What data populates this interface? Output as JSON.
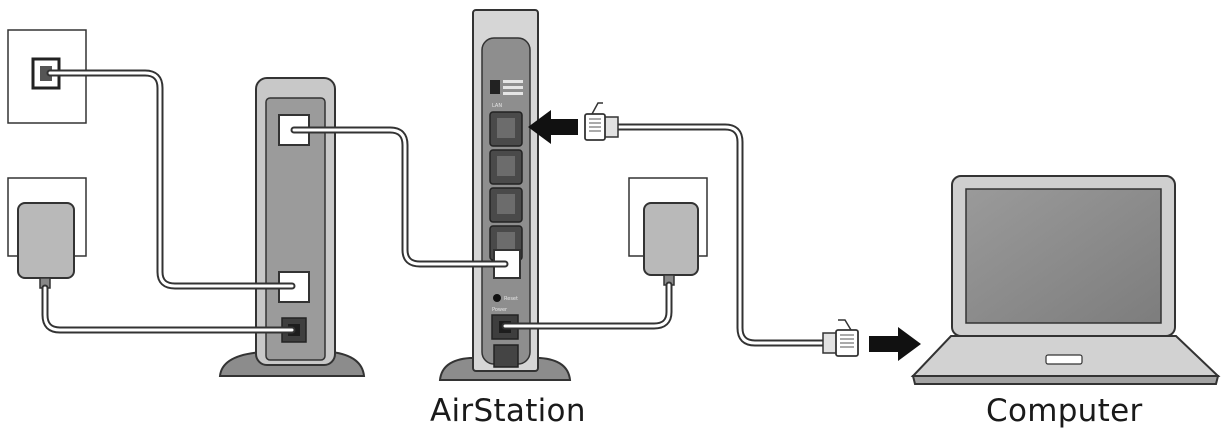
{
  "labels": {
    "router": "AirStation",
    "computer": "Computer"
  },
  "router_text": {
    "lan_label": "LAN",
    "reset_label": "Reset",
    "power_label": "Power"
  },
  "colors": {
    "outline": "#333333",
    "device_dark": "#8f8f8f",
    "device_mid": "#b4b4b4",
    "device_light": "#d9d9d9",
    "port_dark": "#4a4a4a",
    "cable": "#ffffff"
  },
  "icons": {
    "wall_jack": "phone-jack-icon",
    "outlet": "power-outlet-icon",
    "adapter": "power-adapter-icon",
    "connector": "rj45-plug-icon",
    "arrow": "arrow-icon"
  }
}
